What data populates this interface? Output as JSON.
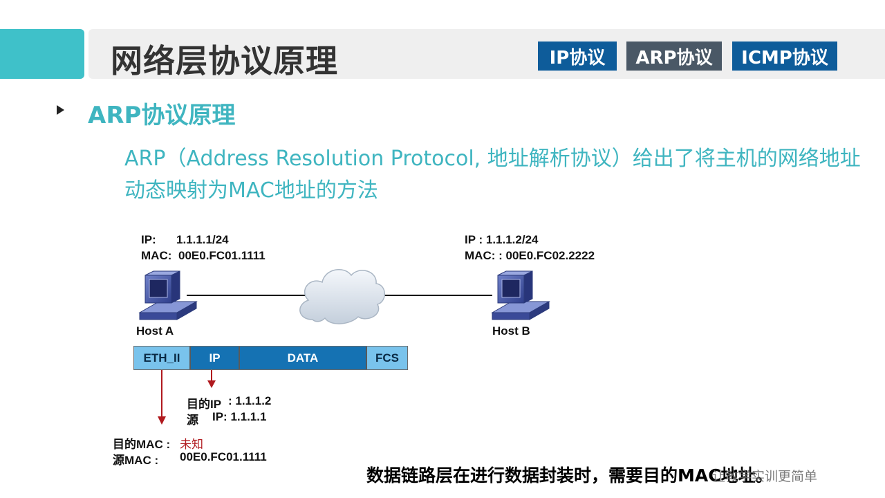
{
  "header": {
    "title": "网络层协议原理",
    "tabs": [
      {
        "label": "IP协议",
        "color": "#0e5c9a"
      },
      {
        "label": "ARP协议",
        "color": "#4a5866"
      },
      {
        "label": "ICMP协议",
        "color": "#0e5c9a"
      }
    ],
    "accent_color": "#3fc1c9"
  },
  "section": {
    "title": "ARP协议原理",
    "description": "ARP（Address Resolution Protocol, 地址解析协议）给出了将主机的网络地址动态映射为MAC地址的方法"
  },
  "diagram": {
    "host_a": {
      "name": "Host A",
      "ip_label": "IP:",
      "ip_value": "1.1.1.1/24",
      "mac_label": "MAC:",
      "mac_value": "00E0.FC01.1111"
    },
    "host_b": {
      "name": "Host B",
      "ip_line": "IP : 1.1.1.2/24",
      "mac_line": "MAC: : 00E0.FC02.2222"
    },
    "frame": {
      "segments": [
        {
          "label": "ETH_II",
          "bg": "#79c3ec",
          "fg": "#0a2a44"
        },
        {
          "label": "IP",
          "bg": "#1572b3",
          "fg": "#ffffff"
        },
        {
          "label": "DATA",
          "bg": "#1572b3",
          "fg": "#ffffff"
        },
        {
          "label": "FCS",
          "bg": "#79c3ec",
          "fg": "#0a2a44"
        }
      ]
    },
    "ip_detail": {
      "dst_label": "目的IP",
      "dst_value": ": 1.1.1.2",
      "src_label": "源",
      "src_value": "IP:  1.1.1.1"
    },
    "mac_detail": {
      "dst_label": "目的MAC :",
      "dst_value": "未知",
      "src_label": "源MAC :",
      "src_value": "00E0.FC01.1111"
    }
  },
  "footer_note": "数据链路层在进行数据封装时，需要目的MAC地址。",
  "watermark": "让教学实训更简单"
}
